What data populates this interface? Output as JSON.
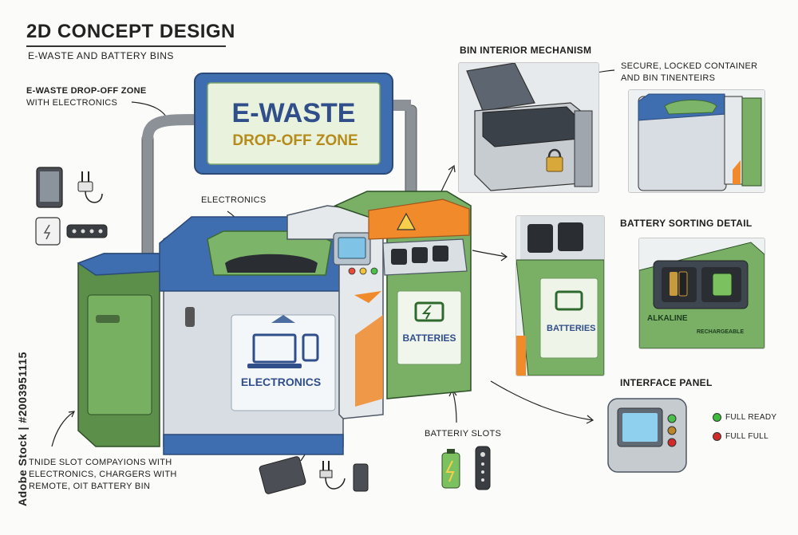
{
  "header": {
    "title": "2D CONCEPT DESIGN",
    "subtitle": "E-WASTE AND BATTERY BINS"
  },
  "callouts": {
    "dropoff_line1": "E-WASTE DROP-OFF ZONE",
    "dropoff_line2": "WITH ELECTRONICS",
    "electronics": "ELECTRONICS",
    "slot_desc_line1": "TNIDE SLOT COMPAYIONS WITH",
    "slot_desc_line2": "ELECTRONICS, CHARGERS WITH",
    "slot_desc_line3": "REMOTE, OIT BATTERY BIN",
    "battery_slots": "BATTERIY SLOTS"
  },
  "sign": {
    "line1": "E-WASTE",
    "line2": "DROP-OFF ZONE"
  },
  "bins": {
    "electronics_label": "ELECTRONICS",
    "batteries_label": "BATTERIES"
  },
  "details": {
    "interior_title": "BIN INTERIOR MECHANISM",
    "interior_note_line1": "SECURE, LOCKED CONTAINER",
    "interior_note_line2": "AND BIN TINENTEIRS",
    "sorting_title": "BATTERY SORTING DETAIL",
    "sorting_batteries_label": "BATTERIES",
    "sorting_alkaline": "ALKALINE",
    "sorting_rechargeable": "RECHARGEABLE",
    "interface_title": "INTERFACE PANEL",
    "status_green": "FULL READY",
    "status_red": "FULL FULL"
  },
  "watermark": {
    "side_code": "Adobe Stock | #2003951115"
  },
  "colors": {
    "blue": "#3f6fb0",
    "green": "#6aa858",
    "orange": "#f08a2a",
    "grey": "#d9dcdf",
    "status_green": "#3dbb3d",
    "status_red": "#d02a2a"
  }
}
